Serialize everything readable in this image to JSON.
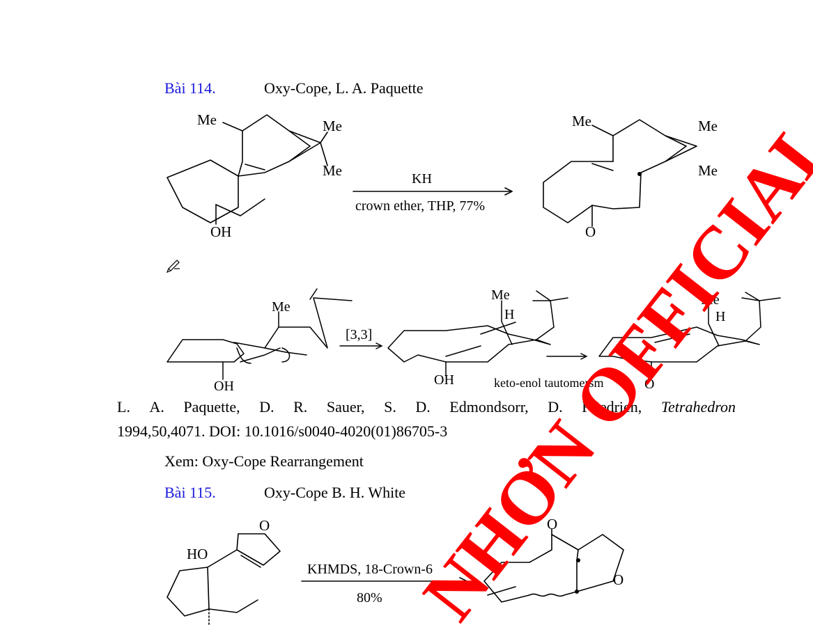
{
  "problems": [
    {
      "label": "Bài 114.",
      "title": "Oxy-Cope, L. A. Paquette"
    },
    {
      "label": "Bài 115.",
      "title": "Oxy-Cope B. H. White"
    }
  ],
  "scheme1": {
    "reagent_top": "KH",
    "reagent_bottom": "crown ether, THP, 77%",
    "sm_labels": {
      "me1": "Me",
      "me2": "Me",
      "me3": "Me",
      "oh": "OH"
    },
    "prod_labels": {
      "me1": "Me",
      "me2": "Me",
      "me3": "Me",
      "o": "O"
    }
  },
  "mechanism": {
    "step1_label": "[3,3]",
    "step2_label": "keto-enol tautomersm",
    "s1": {
      "me": "Me",
      "oh": "OH"
    },
    "s2": {
      "me": "Me",
      "h": "H",
      "oh": "OH"
    },
    "s3": {
      "me": "Me",
      "h": "H",
      "o": "O"
    }
  },
  "reference": {
    "line1_words": [
      "L.",
      "A.",
      "Paquette,",
      "D.",
      "R.",
      "Sauer,",
      "S.",
      "D.",
      "Edmondsorr,",
      "D.",
      "Friedrich,"
    ],
    "journal": "Tetrahedron",
    "line2": "1994,50,4071. DOI: 10.1016/s0040-4020(01)86705-3"
  },
  "see_also": "Xem: Oxy-Cope Rearrangement",
  "scheme2": {
    "reagent_top": "KHMDS, 18-Crown-6",
    "reagent_bottom": "80%",
    "sm_labels": {
      "ho": "HO",
      "o": "O"
    },
    "prod_labels": {
      "o1": "O",
      "o2": "O"
    }
  },
  "watermark": {
    "text": "NHƠN OFFICIAL",
    "color": "#ff0000"
  }
}
